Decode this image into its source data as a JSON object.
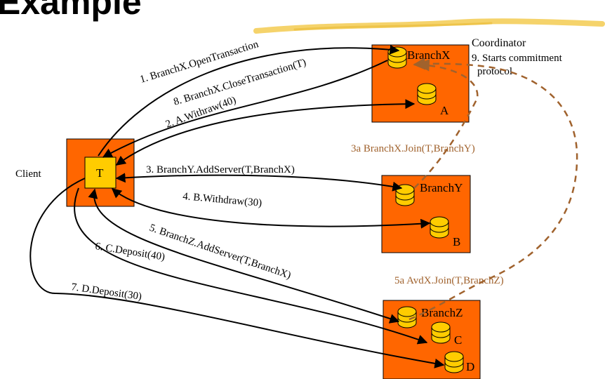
{
  "slide": {
    "title": "Example"
  },
  "labels": {
    "client": "Client",
    "coordinator": "Coordinator",
    "starts_commitment_1": "9. Starts commitment",
    "starts_commitment_2": "protocol",
    "join_y": "3a BranchX.Join(T,BranchY)",
    "join_z": "5a AvdX.Join(T,BranchZ)"
  },
  "nodes": {
    "transaction": "T",
    "branch_x": "BranchX",
    "branch_y": "BranchY",
    "branch_z": "BranchZ",
    "account_a": "A",
    "account_b": "B",
    "account_c": "C",
    "account_d": "D"
  },
  "messages": {
    "m1": "1. BranchX.OpenTransaction",
    "m2": "2. A.Withraw(40)",
    "m3": "3. BranchY.AddServer(T,BranchX)",
    "m4": "4. B.Withdraw(30)",
    "m5": "5. BranchZ.AddServer(T,BranchX)",
    "m6": "6. C.Deposit(40)",
    "m7": "7. D.Deposit(30)",
    "m8": "8. BranchX.CloseTransaction(T)"
  },
  "colors": {
    "box_fill": "#ff6600",
    "cylinder_fill": "#ffcc00",
    "client_inner_fill": "#ffcc00",
    "dashed_arrow": "#a0622d",
    "swoosh": "#f5d36b"
  }
}
